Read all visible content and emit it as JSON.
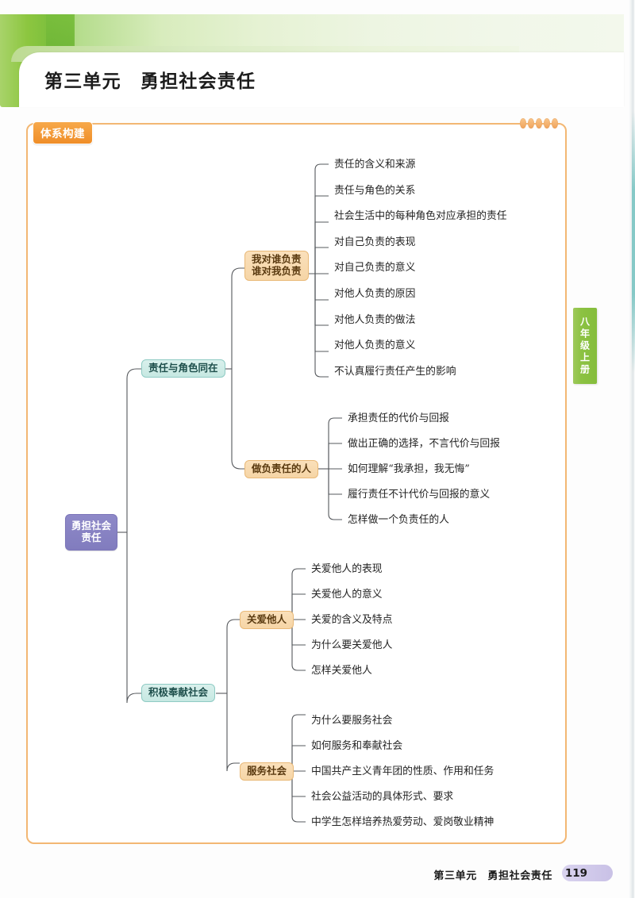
{
  "header": {
    "unit_title": "第三单元　勇担社会责任",
    "section_tag": "体系构建"
  },
  "side_tab": {
    "label": "八年级上册"
  },
  "footer": {
    "text": "第三单元　勇担社会责任",
    "page_number": "119"
  },
  "colors": {
    "banner_green": "#8cc63f",
    "frame_orange": "#f3b773",
    "tag_orange": "#ef8e28",
    "root_purple": "#817cbe",
    "level1_teal": "#c6e8e2",
    "level2_orange": "#f6d5a6",
    "connector_gray": "#55585c",
    "page_badge_purple": "#c9c1e6"
  },
  "mindmap": {
    "root": {
      "line1": "勇担社会",
      "line2": "责任"
    },
    "branches": [
      {
        "label": "责任与角色同在",
        "groups": [
          {
            "label_line1": "我对谁负责",
            "label_line2": "谁对我负责",
            "leaves": [
              "责任的含义和来源",
              "责任与角色的关系",
              "社会生活中的每种角色对应承担的责任",
              "对自己负责的表现",
              "对自己负责的意义",
              "对他人负责的原因",
              "对他人负责的做法",
              "对他人负责的意义",
              "不认真履行责任产生的影响"
            ]
          },
          {
            "label_line1": "做负责任的人",
            "label_line2": "",
            "leaves": [
              "承担责任的代价与回报",
              "做出正确的选择，不言代价与回报",
              "如何理解“我承担，我无悔”",
              "履行责任不计代价与回报的意义",
              "怎样做一个负责任的人"
            ]
          }
        ]
      },
      {
        "label": "积极奉献社会",
        "groups": [
          {
            "label_line1": "关爱他人",
            "label_line2": "",
            "leaves": [
              "关爱他人的表现",
              "关爱他人的意义",
              "关爱的含义及特点",
              "为什么要关爱他人",
              "怎样关爱他人"
            ]
          },
          {
            "label_line1": "服务社会",
            "label_line2": "",
            "leaves": [
              "为什么要服务社会",
              "如何服务和奉献社会",
              "中国共产主义青年团的性质、作用和任务",
              "社会公益活动的具体形式、要求",
              "中学生怎样培养热爱劳动、爱岗敬业精神"
            ]
          }
        ]
      }
    ]
  }
}
